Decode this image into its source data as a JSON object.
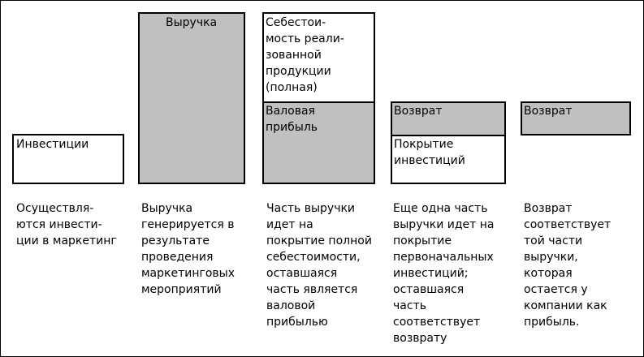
{
  "colors": {
    "fill_gray": "#c0c0c0",
    "fill_white": "#ffffff",
    "line": "#000000"
  },
  "columns": [
    {
      "boxes": [
        {
          "label": "Инвестиции"
        }
      ],
      "description": "Осуществля-\nются инвести-\nции в маркетинг"
    },
    {
      "boxes": [
        {
          "label": "Выручка"
        }
      ],
      "description": "Выручка\nгенерируется в\nрезультате\nпроведения\nмаркетинговых\nмероприятий"
    },
    {
      "boxes": [
        {
          "label": "Себестои-\nмость реали-\nзованной\nпродукции\n(полная)"
        },
        {
          "label": "Валовая\nприбыль"
        }
      ],
      "description": "Часть выручки\nидет на\nпокрытие полной\nсебестоимости,\nоставшаяся\nчасть является\nваловой\nприбылью"
    },
    {
      "boxes": [
        {
          "label": "Возврат"
        },
        {
          "label": "Покрытие\nинвестиций"
        }
      ],
      "description": "Еще одна часть\nвыручки идет на\nпокрытие\nпервоначальных\nинвестиций;\nоставшаяся\nчасть\nсоответствует\nвозврату"
    },
    {
      "boxes": [
        {
          "label": "Возврат"
        }
      ],
      "description": "Возврат\nсоответствует\nтой части\nвыручки,\nкоторая\nостается у\nкомпании как\nприбыль."
    }
  ]
}
